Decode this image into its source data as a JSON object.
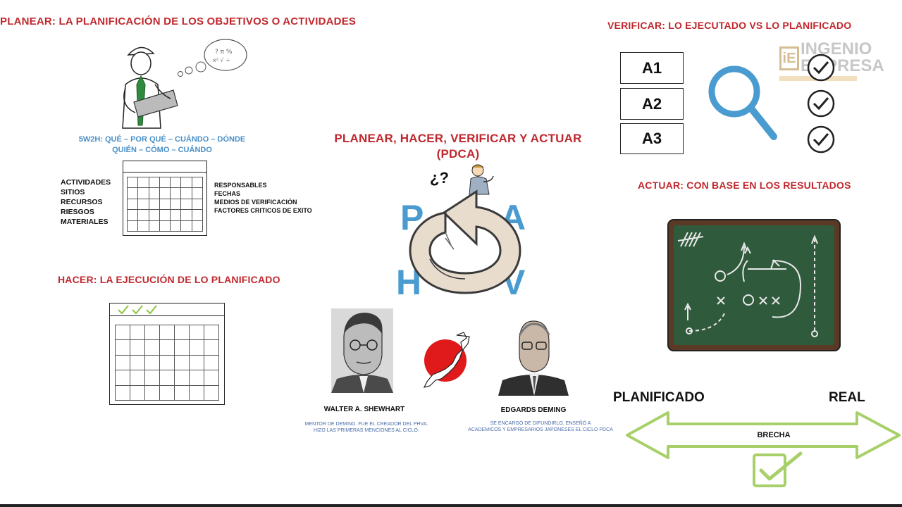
{
  "planear": {
    "title": "PLANEAR: LA PLANIFICACIÓN DE LOS OBJETIVOS O ACTIVIDADES",
    "5w2h_line1": "5W2H: QUÉ – POR QUÉ – CUÁNDO – DÓNDE",
    "5w2h_line2": "QUIÉN – CÓMO – CUÁNDO",
    "left_items": [
      "ACTIVIDADES",
      "SITIOS",
      "RECURSOS",
      "RIESGOS",
      "MATERIALES"
    ],
    "right_items": [
      "RESPONSABLES",
      "FECHAS",
      "MEDIOS DE VERIFICACIÓN",
      "FACTORES CRITICOS DE EXITO"
    ]
  },
  "hacer": {
    "title": "HACER: LA EJECUCIÓN DE LO PLANIFICADO"
  },
  "center": {
    "title_line1": "PLANEAR, HACER, VERIFICAR Y ACTUAR",
    "title_line2": "(PDCA)",
    "question": "¿?",
    "letters": {
      "p": "P",
      "a": "A",
      "h": "H",
      "v": "V"
    }
  },
  "people": {
    "shewhart": {
      "name": "WALTER A. SHEWHART",
      "caption_line1": "MENTOR DE DEMING. FUE EL CREADOR DEL PHVA.",
      "caption_line2": "HIZO LAS PRIMERAS MENCIONES AL CICLO."
    },
    "deming": {
      "name": "EDGARDS DEMING",
      "caption_line1": "SE ENCARGÓ DE DIFUNDIRLO. ENSEÑÓ A",
      "caption_line2": "ACADEMICOS Y EMPRESARIOS JAPONESES EL CICLO PDCA"
    }
  },
  "verificar": {
    "title": "VERIFICAR: LO EJECUTADO VS LO PLANIFICADO",
    "items": [
      "A1",
      "A2",
      "A3"
    ]
  },
  "watermark": {
    "line1": "INGENIO",
    "line2": "EMPRESA"
  },
  "actuar": {
    "title": "ACTUAR: CON BASE EN LOS RESULTADOS"
  },
  "gap": {
    "left_label": "PLANIFICADO",
    "right_label": "REAL",
    "arrow_label": "BRECHA"
  },
  "colors": {
    "red_title": "#c0282e",
    "blue_text": "#4a90c8",
    "green_arrow": "#a8d06a",
    "board_green": "#2f5a3c",
    "magnifier": "#4a9bd0",
    "japan_red": "#e0191b"
  }
}
